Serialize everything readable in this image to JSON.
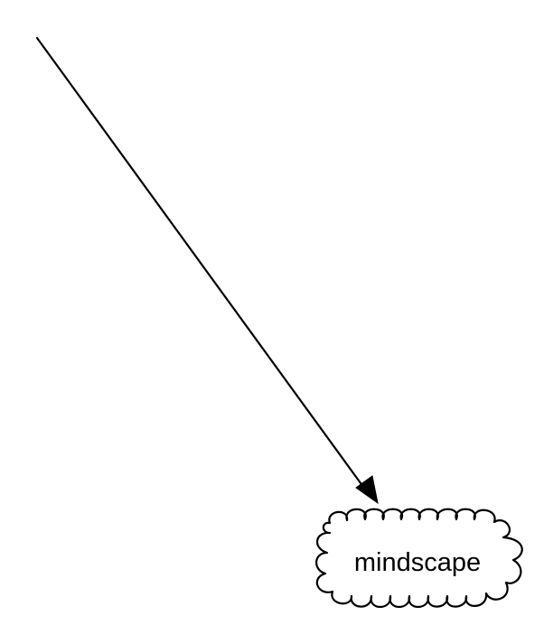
{
  "diagram": {
    "nodes": [
      {
        "id": "mindscape",
        "shape": "cloud",
        "label": "mindscape"
      }
    ],
    "edges": [
      {
        "from": "offscreen-start",
        "to": "mindscape",
        "arrowhead": "filled-triangle"
      }
    ],
    "colors": {
      "background": "#ffffff",
      "stroke": "#000000",
      "text": "#000000",
      "fill": "#ffffff"
    }
  }
}
